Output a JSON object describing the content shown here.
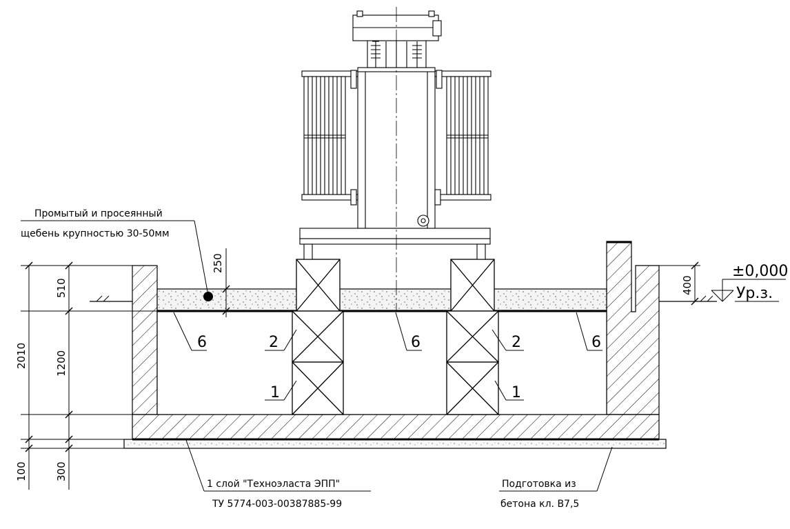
{
  "notes": {
    "gravel_line1": "Промытый и просеянный",
    "gravel_line2": "щебень крупностью 30-50мм",
    "membrane_line1": "1 слой \"Техноэласта ЭПП\"",
    "membrane_line2": "ТУ 5774-003-00387885-99",
    "base_line1": "Подготовка из",
    "base_line2": "бетона кл. В7,5"
  },
  "level": {
    "mark": "±0,000",
    "ground": "Ур.з."
  },
  "dimensions": {
    "total": "2010",
    "top": "510",
    "pit": "1200",
    "bottom_300": "300",
    "bottom_100": "100",
    "gravel": "250",
    "wall_above": "400"
  },
  "positions": {
    "p1": "1",
    "p2": "2",
    "p6": "6"
  }
}
